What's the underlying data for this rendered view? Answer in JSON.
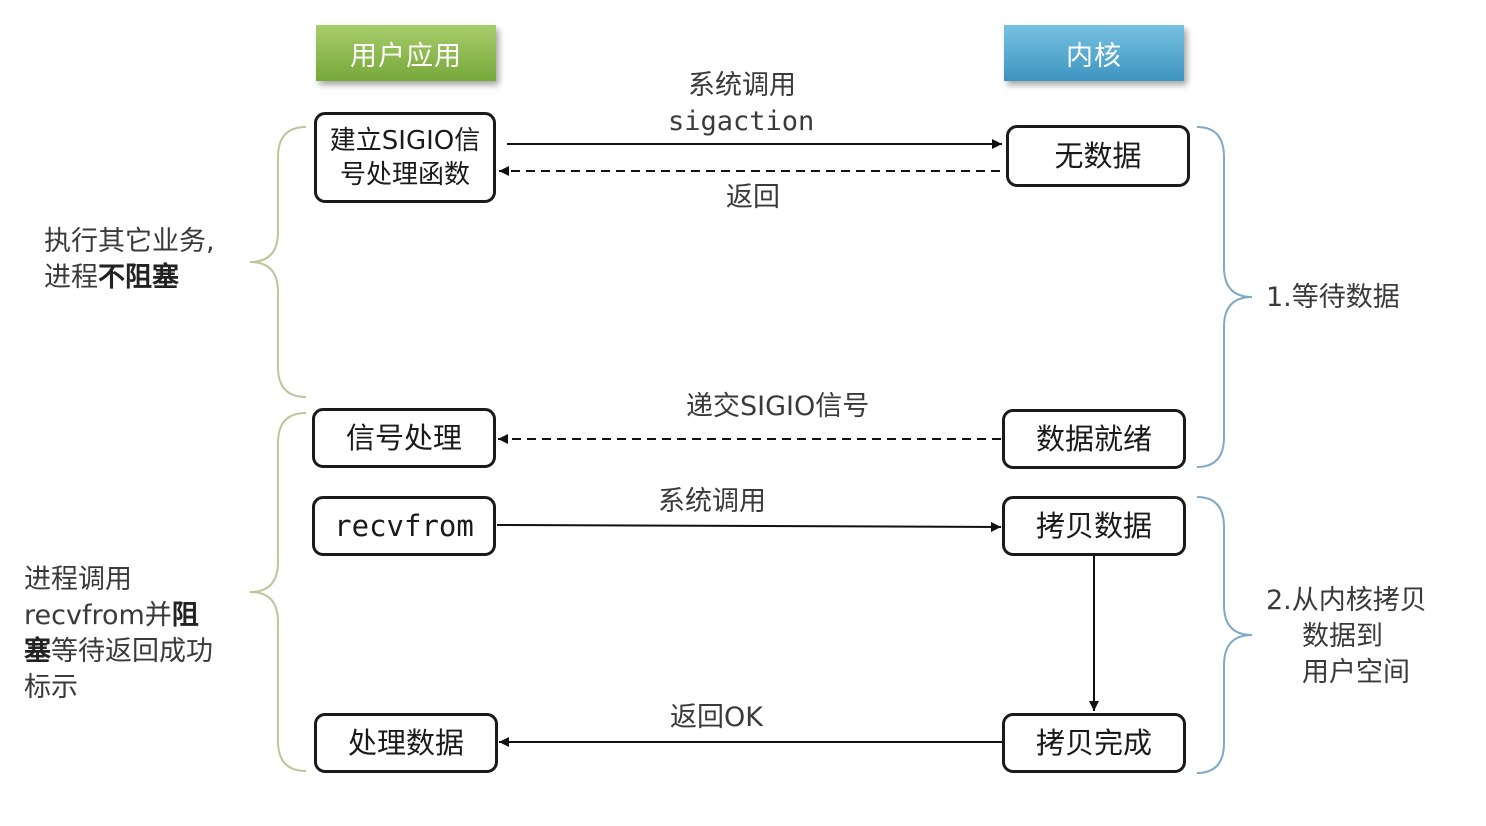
{
  "headers": {
    "user_app": "用户应用",
    "kernel": "内核"
  },
  "user_boxes": {
    "setup_line1": "建立SIGIO信",
    "setup_line2": "号处理函数",
    "signal_handler": "信号处理",
    "recvfrom": "recvfrom",
    "process_data": "处理数据"
  },
  "kernel_boxes": {
    "no_data": "无数据",
    "data_ready": "数据就绪",
    "copy_data": "拷贝数据",
    "copy_done": "拷贝完成"
  },
  "arrow_labels": {
    "syscall_1": "系统调用",
    "sigaction": "sigaction",
    "return_1": "返回",
    "deliver_sigio": "递交SIGIO信号",
    "syscall_2": "系统调用",
    "return_ok": "返回OK"
  },
  "left_notes": {
    "note1_line1": "执行其它业务,",
    "note1_line2_prefix": "进程",
    "note1_line2_bold": "不阻塞",
    "note2_line1": "进程调用",
    "note2_line2_prefix": "recvfrom并",
    "note2_line2_bold": "阻",
    "note2_line3_bold": "塞",
    "note2_line3_suffix": "等待返回成功",
    "note2_line4": "标示"
  },
  "right_notes": {
    "stage1": "1.等待数据",
    "stage2_line1": "2.从内核拷贝",
    "stage2_line2": "数据到",
    "stage2_line3": "用户空间"
  },
  "colors": {
    "user_header": "#8bbd4e",
    "kernel_header": "#4da6cf",
    "left_brace": "#b9c79b",
    "right_brace": "#7fa9c6"
  }
}
